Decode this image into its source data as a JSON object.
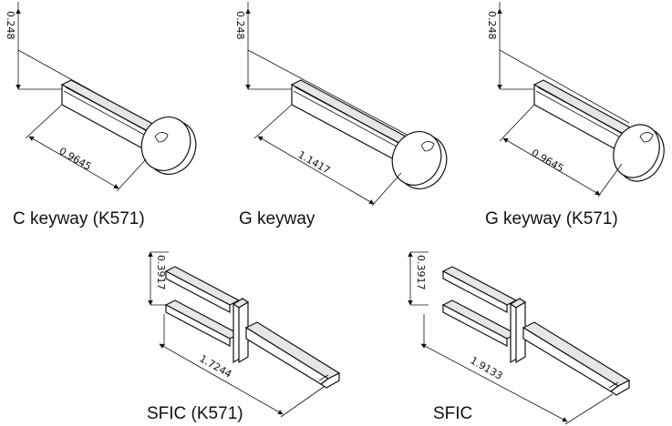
{
  "parts": [
    {
      "caption": "C keyway (K571)",
      "dim_height": "0.248",
      "dim_length": "0.9645"
    },
    {
      "caption": "G keyway",
      "dim_height": "0.248",
      "dim_length": "1.1417"
    },
    {
      "caption": "G keyway (K571)",
      "dim_height": "0.248",
      "dim_length": "0.9645"
    },
    {
      "caption": "SFIC (K571)",
      "dim_height": "0.3917",
      "dim_length": "1.7244"
    },
    {
      "caption": "SFIC",
      "dim_height": "0.3917",
      "dim_length": "1.9133"
    }
  ],
  "colors": {
    "line": "#111111",
    "background": "#ffffff",
    "shade": "#e6e6e6"
  }
}
